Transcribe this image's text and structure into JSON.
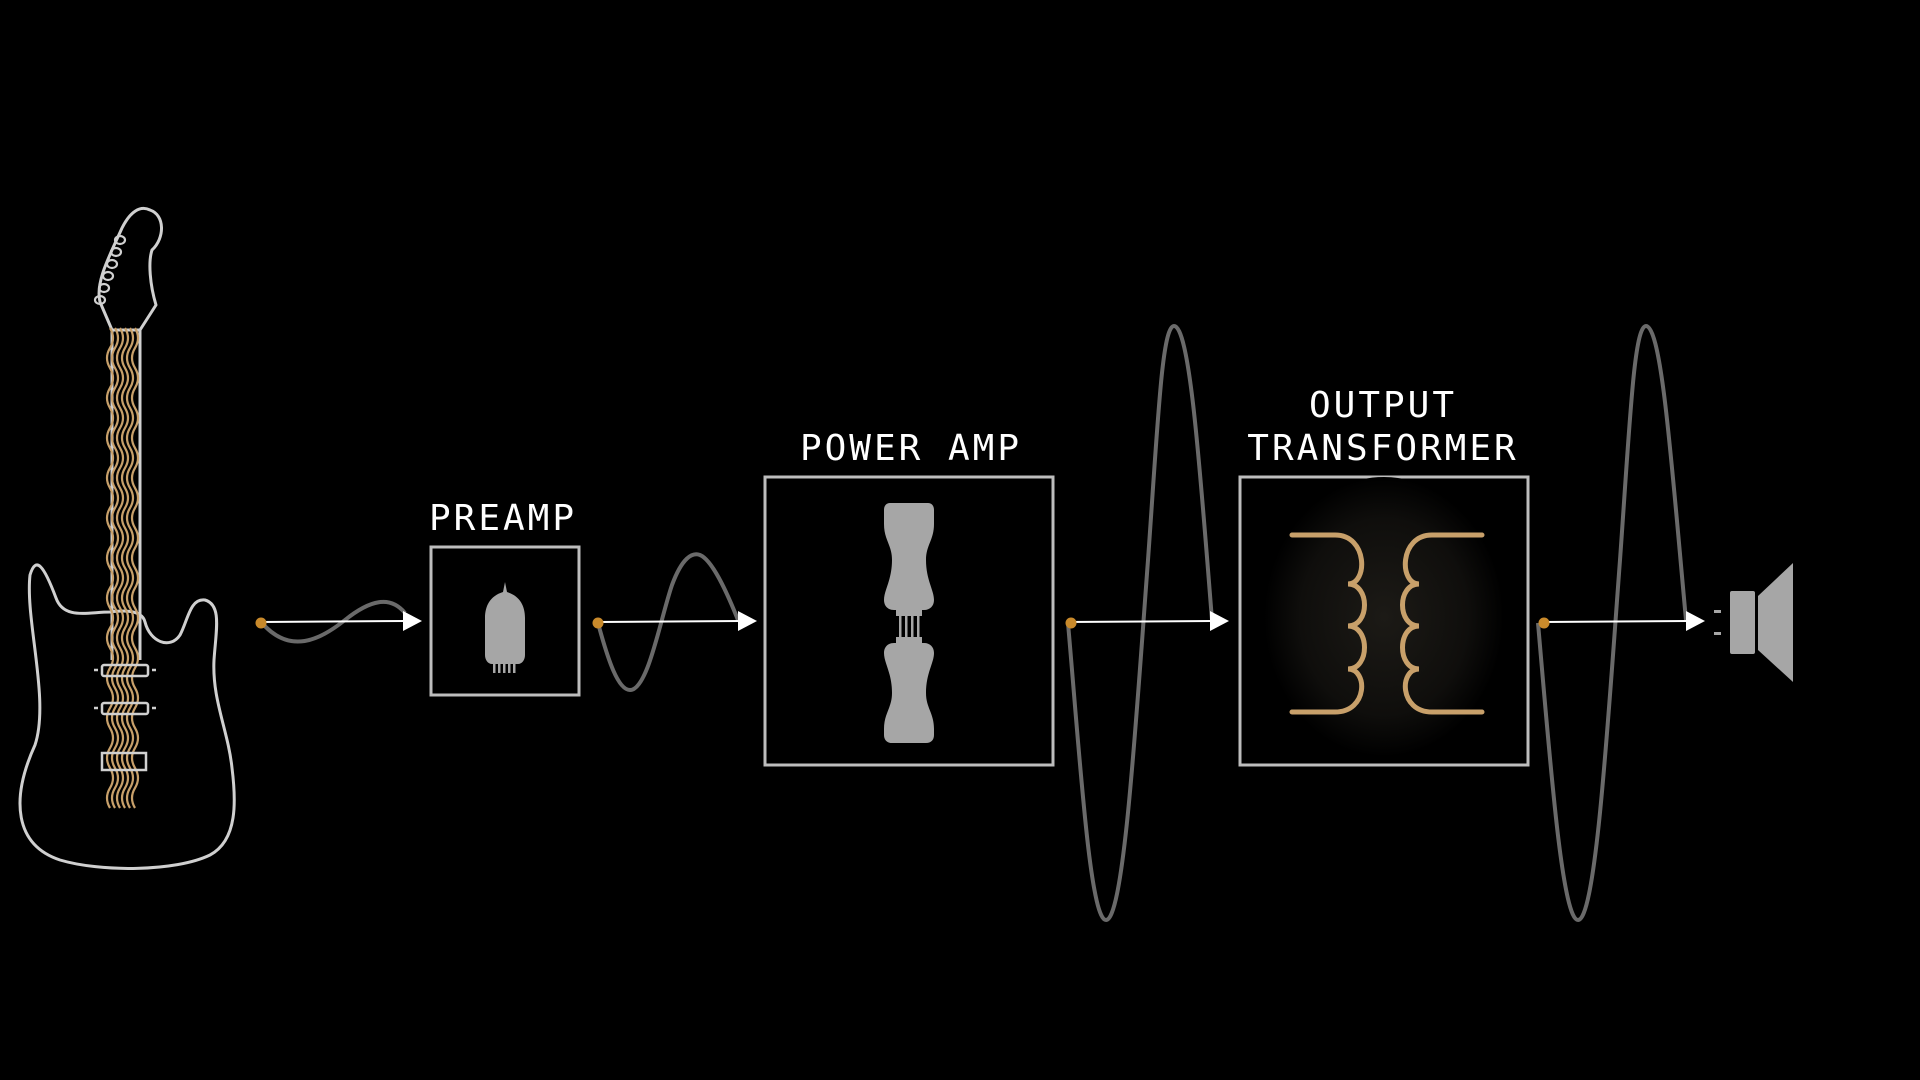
{
  "colors": {
    "background": "#000000",
    "outline": "#d0d0d0",
    "box_border": "#bdbdbd",
    "wave": "#6a6a6a",
    "arrow": "#ffffff",
    "tube": "#a6a6a6",
    "accent_gold": "#c8a06a",
    "connector_dot": "#c98a2b",
    "speaker": "#a6a6a6"
  },
  "stages": {
    "preamp": {
      "label": "PREAMP"
    },
    "power_amp": {
      "label": "POWER AMP"
    },
    "output_transformer": {
      "label_line1": "OUTPUT",
      "label_line2": "TRANSFORMER"
    }
  },
  "icons": {
    "guitar": "electric-guitar-icon",
    "preamp_tube": "vacuum-tube-icon",
    "power_tubes": "power-tube-icon",
    "transformer": "transformer-coil-icon",
    "speaker": "speaker-icon"
  }
}
